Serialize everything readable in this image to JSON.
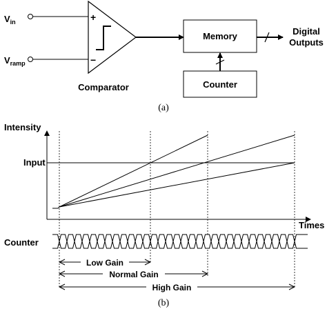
{
  "part_a": {
    "vin_main": "V",
    "vin_sub": "in",
    "vramp_main": "V",
    "vramp_sub": "ramp",
    "plus_sign": "+",
    "minus_sign": "−",
    "comparator_label": "Comparator",
    "memory_label": "Memory",
    "counter_label": "Counter",
    "outputs_line1": "Digital",
    "outputs_line2": "Outputs",
    "caption": "(a)"
  },
  "part_b": {
    "y_axis_label": "Intensity",
    "input_label": "Input",
    "x_axis_label": "Times",
    "counter_label": "Counter",
    "low_gain_label": "Low Gain",
    "normal_gain_label": "Normal Gain",
    "high_gain_label": "High Gain",
    "caption": "(b)"
  }
}
